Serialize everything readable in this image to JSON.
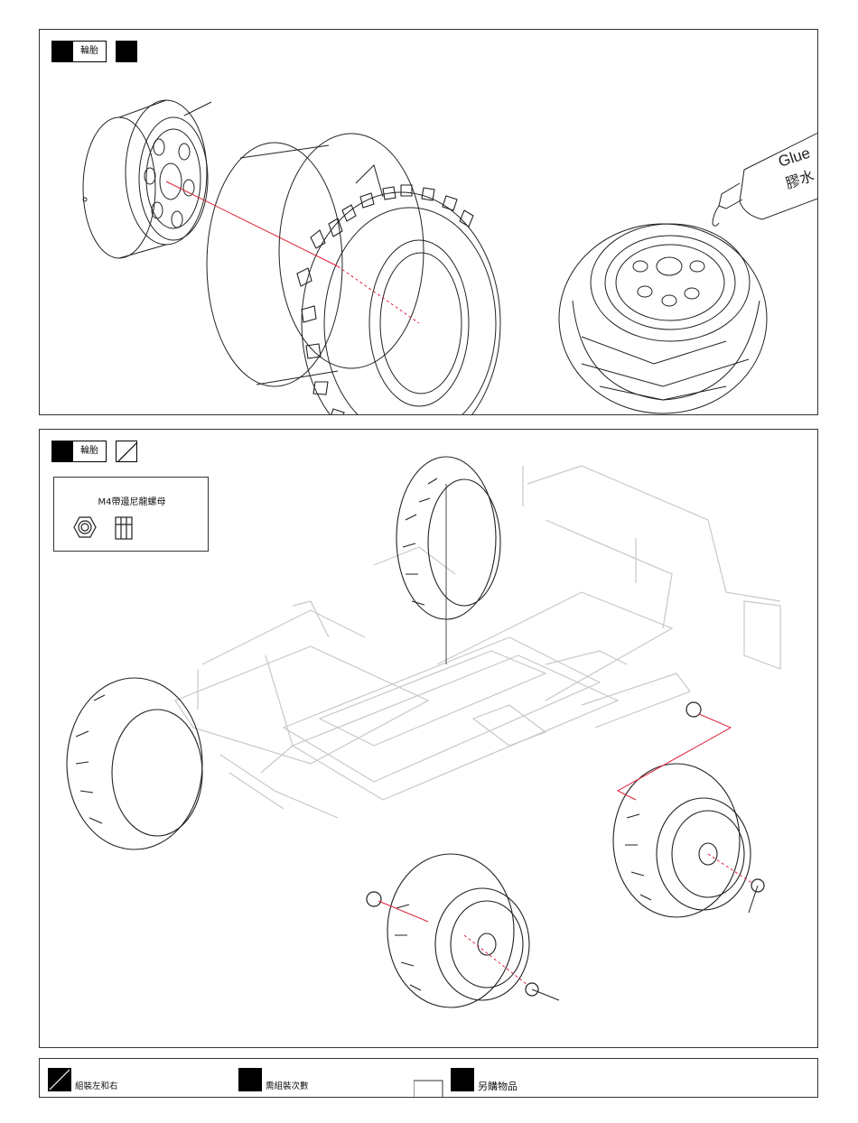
{
  "panel1": {
    "header_label": "輪胎",
    "glue_en": "Glue",
    "glue_zh": "膠水"
  },
  "panel2": {
    "header_label": "輪胎",
    "part_name": "M4帶邊尼龍螺母"
  },
  "legend": {
    "left_right": "組裝左和右",
    "times": "需組裝次數",
    "purchase": "另購物品"
  },
  "colors": {
    "line": "#222222",
    "ghost_line": "#c8c8c8",
    "guide": "#e0203a"
  }
}
